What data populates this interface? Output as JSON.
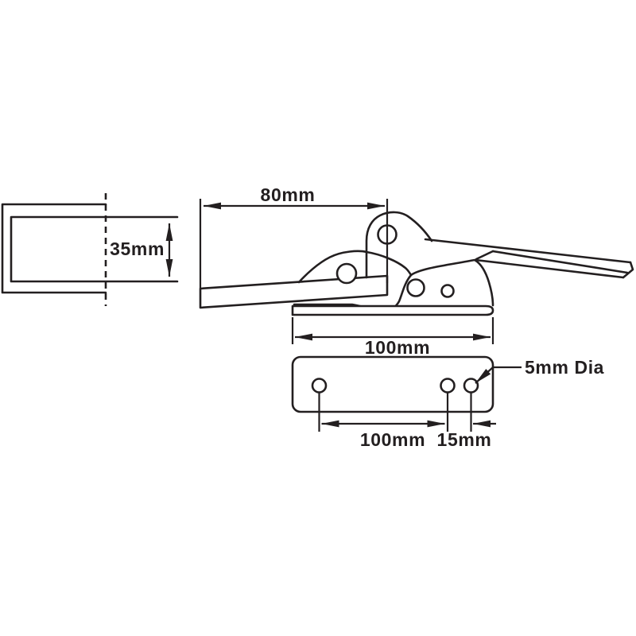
{
  "diagram": {
    "type": "technical-drawing",
    "views": {
      "channel_side_view": {
        "height_label": "35mm"
      },
      "latch_side_view": {
        "handle_length_label": "80mm",
        "base_width_label": "100mm"
      },
      "base_plate_plan_view": {
        "hole_spacing_label": "100mm",
        "hole_offset_label": "15mm",
        "hole_diameter_label": "5mm Dia"
      }
    },
    "colors": {
      "line": "#231f20",
      "background": "#ffffff"
    }
  }
}
